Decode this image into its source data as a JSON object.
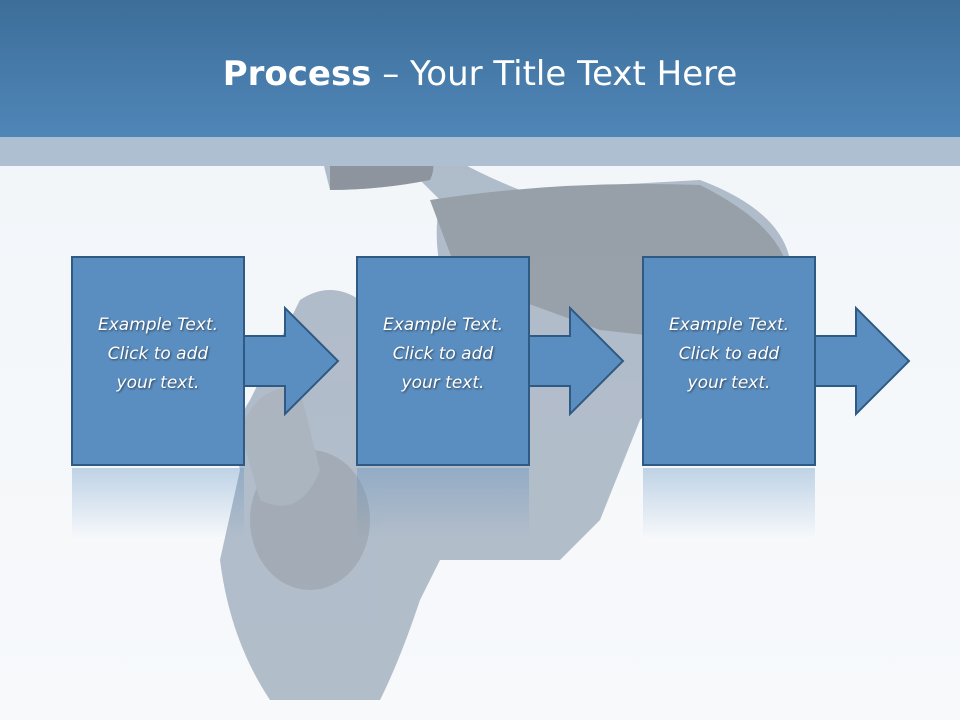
{
  "slide": {
    "title_bold": "Process",
    "title_rest": " – Your Title Text Here"
  },
  "steps": [
    {
      "line1": "Example Text.",
      "line2": "Click  to add",
      "line3": "your text."
    },
    {
      "line1": "Example Text.",
      "line2": "Click  to add",
      "line3": "your text."
    },
    {
      "line1": "Example Text.",
      "line2": "Click  to add",
      "line3": "your text."
    }
  ],
  "colors": {
    "header": "#4a80b2",
    "strip": "#aebfd2",
    "box_fill": "#5b8ec0",
    "box_stroke": "#2f5a84"
  },
  "icons": [
    "right-arrow-icon"
  ]
}
